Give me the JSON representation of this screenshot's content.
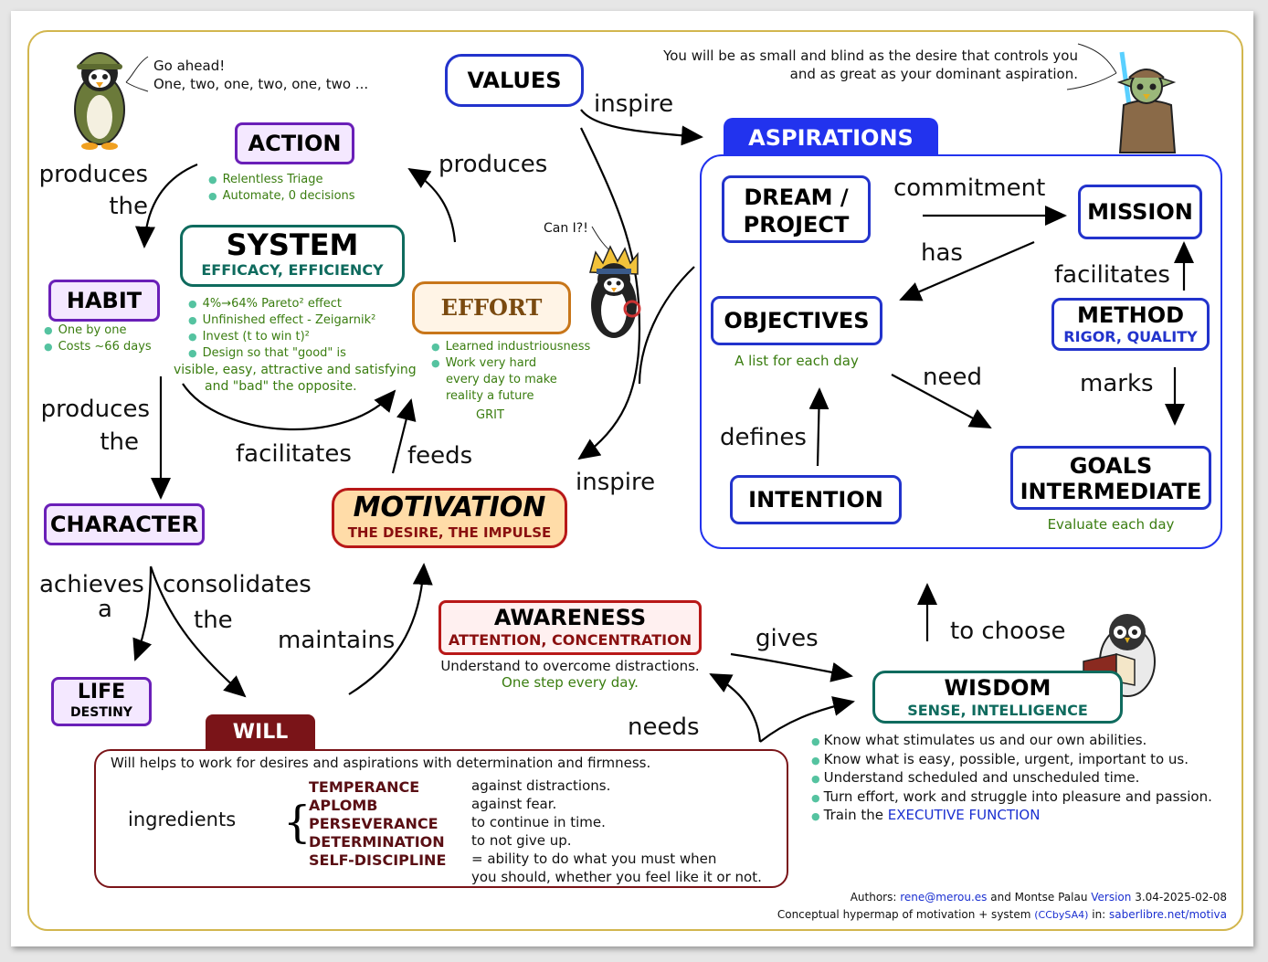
{
  "quotes": {
    "penguin_top_l1": "Go ahead!",
    "penguin_top_l2": "One, two, one, two, one, two ...",
    "yoda_l1": "You will be as small and blind as the desire that controls you",
    "yoda_l2": "and as great as your dominant aspiration.",
    "naruto": "Can I?!"
  },
  "nodes": {
    "values": "VALUES",
    "action": "ACTION",
    "system_title": "SYSTEM",
    "system_sub": "EFFICACY, EFFICIENCY",
    "habit": "HABIT",
    "effort": "EFFORT",
    "character": "CHARACTER",
    "motivation_title": "MOTIVATION",
    "motivation_sub": "THE DESIRE, THE IMPULSE",
    "life_title": "LIFE",
    "life_sub": "DESTINY",
    "will": "WILL",
    "awareness_title": "AWARENESS",
    "awareness_sub": "ATTENTION, CONCENTRATION",
    "wisdom_title": "WISDOM",
    "wisdom_sub": "SENSE, INTELLIGENCE",
    "aspirations": "ASPIRATIONS",
    "dream_l1": "DREAM /",
    "dream_l2": "PROJECT",
    "mission": "MISSION",
    "objectives": "OBJECTIVES",
    "method_title": "METHOD",
    "method_sub": "RIGOR, QUALITY",
    "intention": "INTENTION",
    "goals_l1": "GOALS",
    "goals_l2": "INTERMEDIATE"
  },
  "links": {
    "produces_the_1a": "produces",
    "produces_the_1b": "the",
    "produces_top": "produces",
    "inspire_top": "inspire",
    "inspire_mid": "inspire",
    "produces_the_2a": "produces",
    "produces_the_2b": "the",
    "facilitates": "facilitates",
    "feeds": "feeds",
    "achieves_a1": "achieves",
    "achieves_a2": "a",
    "consolidates_1": "consolidates",
    "consolidates_2": "the",
    "maintains": "maintains",
    "gives": "gives",
    "needs": "needs",
    "to_choose": "to choose",
    "commitment": "commitment",
    "has": "has",
    "facilitates_asp": "facilitates",
    "need": "need",
    "marks": "marks",
    "defines": "defines"
  },
  "notes": {
    "action": [
      "Relentless Triage",
      "Automate, 0 decisions"
    ],
    "habit": [
      "One by one",
      "Costs ~66 days"
    ],
    "system": [
      "4%→64% Pareto² effect",
      "Unfinished effect - Zeigarnik²",
      "Invest (t to win t)²",
      "Design so that \"good\" is"
    ],
    "system_cont_1": "visible, easy, attractive and satisfying",
    "system_cont_2": "and \"bad\" the opposite.",
    "effort": [
      "Learned industriousness",
      "Work very hard"
    ],
    "effort_cont": [
      "every day to make",
      "reality a future"
    ],
    "effort_grit": "GRIT",
    "objectives": "A list for each day",
    "goals": "Evaluate each day",
    "awareness_1": "Understand to overcome distractions.",
    "awareness_2": "One step every day.",
    "wisdom": [
      "Know what stimulates us and our own abilities.",
      "Know what is easy, possible, urgent, important to us.",
      "Understand scheduled and unscheduled time.",
      "Turn effort, work and struggle into pleasure and passion."
    ],
    "wisdom_last_prefix": "Train the ",
    "wisdom_last_link": "EXECUTIVE FUNCTION"
  },
  "will_box": {
    "intro": "Will helps to work for desires and aspirations with determination and firmness.",
    "ingredients_label": "ingredients",
    "ingredients": [
      "TEMPERANCE",
      "APLOMB",
      "PERSEVERANCE",
      "DETERMINATION",
      "SELF-DISCIPLINE"
    ],
    "descriptions": [
      "against distractions.",
      "against fear.",
      "to continue in time.",
      "to not give up.",
      "= ability to do what you must when",
      "you should, whether you feel like it or not."
    ]
  },
  "footer": {
    "authors_prefix": "Authors: ",
    "email": "rene@merou.es",
    "authors_mid": " and Montse Palau ",
    "version_label": "Version",
    "version": " 3.04-2025-02-08",
    "line2_prefix": "Conceptual hypermap of motivation + system ",
    "license": "(CCbySA4)",
    "line2_mid": " in: ",
    "site": "saberlibre.net/motiva"
  },
  "colors": {
    "frame": "#d2b64e",
    "purple": "#6a1fb8",
    "teal": "#0f6b5e",
    "blue": "#2233cc",
    "dark_red": "#7a1418",
    "orange": "#c8761a",
    "note_green": "#3a7d10",
    "bullet": "#55c3a0"
  },
  "icons": [
    "penguin-soldier-icon",
    "yoda-icon",
    "naruto-penguin-icon",
    "owl-reading-icon"
  ]
}
